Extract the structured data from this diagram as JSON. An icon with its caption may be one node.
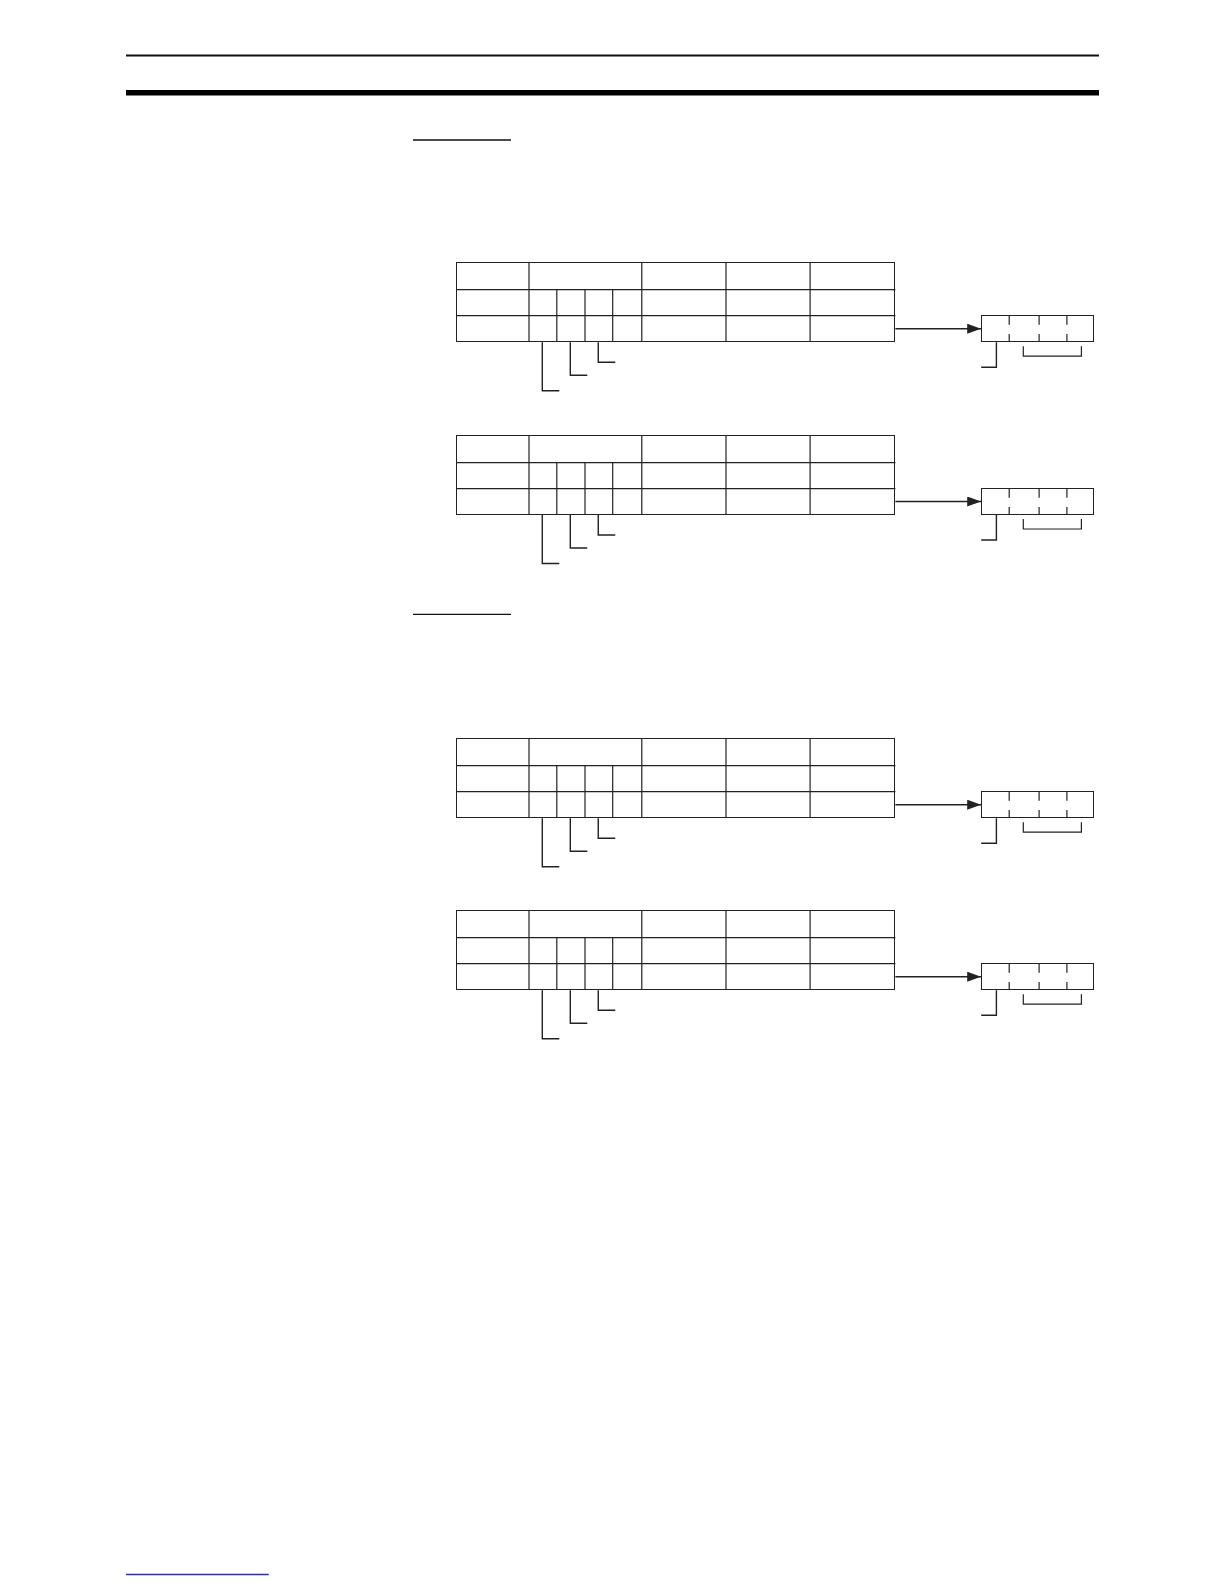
{
  "diagram": {
    "nodes": [
      {
        "text": [],
        "shape": "table"
      },
      {
        "text": [],
        "shape": "box"
      },
      {
        "text": [],
        "shape": "table"
      },
      {
        "text": [],
        "shape": "box"
      },
      {
        "text": [],
        "shape": "table"
      },
      {
        "text": [],
        "shape": "box"
      },
      {
        "text": [],
        "shape": "table"
      },
      {
        "text": [],
        "shape": "box"
      }
    ],
    "edges": [
      {
        "from": 0,
        "to": 1,
        "arrow": "to"
      },
      {
        "from": 0,
        "to": null,
        "arrow": "none"
      },
      {
        "from": 0,
        "to": null,
        "arrow": "none"
      },
      {
        "from": 0,
        "to": null,
        "arrow": "none"
      },
      {
        "from": 1,
        "to": null,
        "arrow": "none"
      },
      {
        "from": 2,
        "to": 3,
        "arrow": "to"
      },
      {
        "from": 2,
        "to": null,
        "arrow": "none"
      },
      {
        "from": 2,
        "to": null,
        "arrow": "none"
      },
      {
        "from": 2,
        "to": null,
        "arrow": "none"
      },
      {
        "from": 3,
        "to": null,
        "arrow": "none"
      },
      {
        "from": 4,
        "to": 5,
        "arrow": "to"
      },
      {
        "from": 4,
        "to": null,
        "arrow": "none"
      },
      {
        "from": 4,
        "to": null,
        "arrow": "none"
      },
      {
        "from": 4,
        "to": null,
        "arrow": "none"
      },
      {
        "from": 5,
        "to": null,
        "arrow": "none"
      },
      {
        "from": 6,
        "to": 7,
        "arrow": "to"
      },
      {
        "from": 6,
        "to": null,
        "arrow": "none"
      },
      {
        "from": 6,
        "to": null,
        "arrow": "none"
      },
      {
        "from": 6,
        "to": null,
        "arrow": "none"
      },
      {
        "from": 7,
        "to": null,
        "arrow": "none"
      }
    ]
  }
}
